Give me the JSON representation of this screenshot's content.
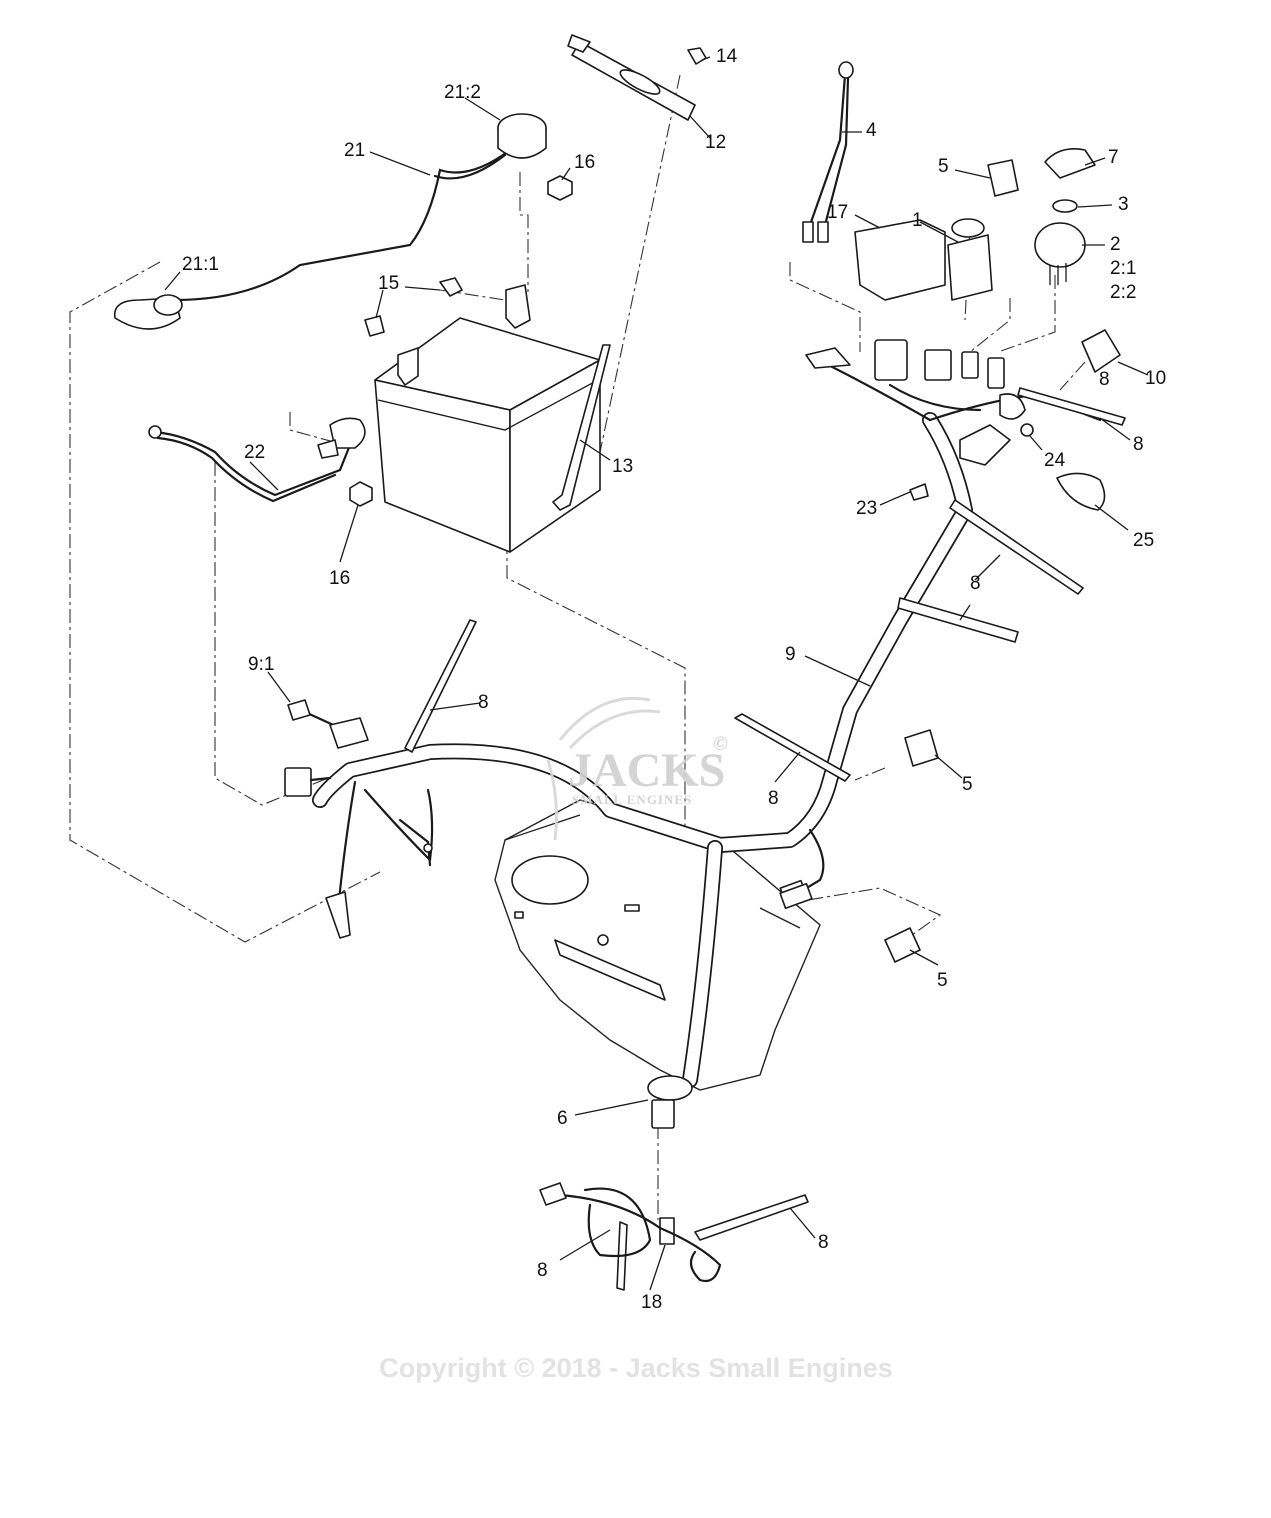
{
  "callouts": [
    {
      "id": "c1",
      "text": "1"
    },
    {
      "id": "c2",
      "text": "2"
    },
    {
      "id": "c2_1",
      "text": "2:1"
    },
    {
      "id": "c2_2",
      "text": "2:2"
    },
    {
      "id": "c3",
      "text": "3"
    },
    {
      "id": "c4",
      "text": "4"
    },
    {
      "id": "c5a",
      "text": "5"
    },
    {
      "id": "c5b",
      "text": "5"
    },
    {
      "id": "c5c",
      "text": "5"
    },
    {
      "id": "c6",
      "text": "6"
    },
    {
      "id": "c7",
      "text": "7"
    },
    {
      "id": "c8a",
      "text": "8"
    },
    {
      "id": "c8b",
      "text": "8"
    },
    {
      "id": "c8c",
      "text": "8"
    },
    {
      "id": "c8d",
      "text": "8"
    },
    {
      "id": "c8e",
      "text": "8"
    },
    {
      "id": "c8f",
      "text": "8"
    },
    {
      "id": "c8g",
      "text": "8"
    },
    {
      "id": "c9",
      "text": "9"
    },
    {
      "id": "c9_1",
      "text": "9:1"
    },
    {
      "id": "c10",
      "text": "10"
    },
    {
      "id": "c12",
      "text": "12"
    },
    {
      "id": "c13",
      "text": "13"
    },
    {
      "id": "c14",
      "text": "14"
    },
    {
      "id": "c15",
      "text": "15"
    },
    {
      "id": "c16a",
      "text": "16"
    },
    {
      "id": "c16b",
      "text": "16"
    },
    {
      "id": "c17",
      "text": "17"
    },
    {
      "id": "c18",
      "text": "18"
    },
    {
      "id": "c21",
      "text": "21"
    },
    {
      "id": "c21_1",
      "text": "21:1"
    },
    {
      "id": "c21_2",
      "text": "21:2"
    },
    {
      "id": "c22",
      "text": "22"
    },
    {
      "id": "c23",
      "text": "23"
    },
    {
      "id": "c24",
      "text": "24"
    },
    {
      "id": "c25",
      "text": "25"
    }
  ],
  "watermark": {
    "brand": "JACKS",
    "trademark": "©",
    "tagline": "SMALL ENGINES"
  },
  "copyright": "Copyright © 2018 - Jacks Small Engines"
}
